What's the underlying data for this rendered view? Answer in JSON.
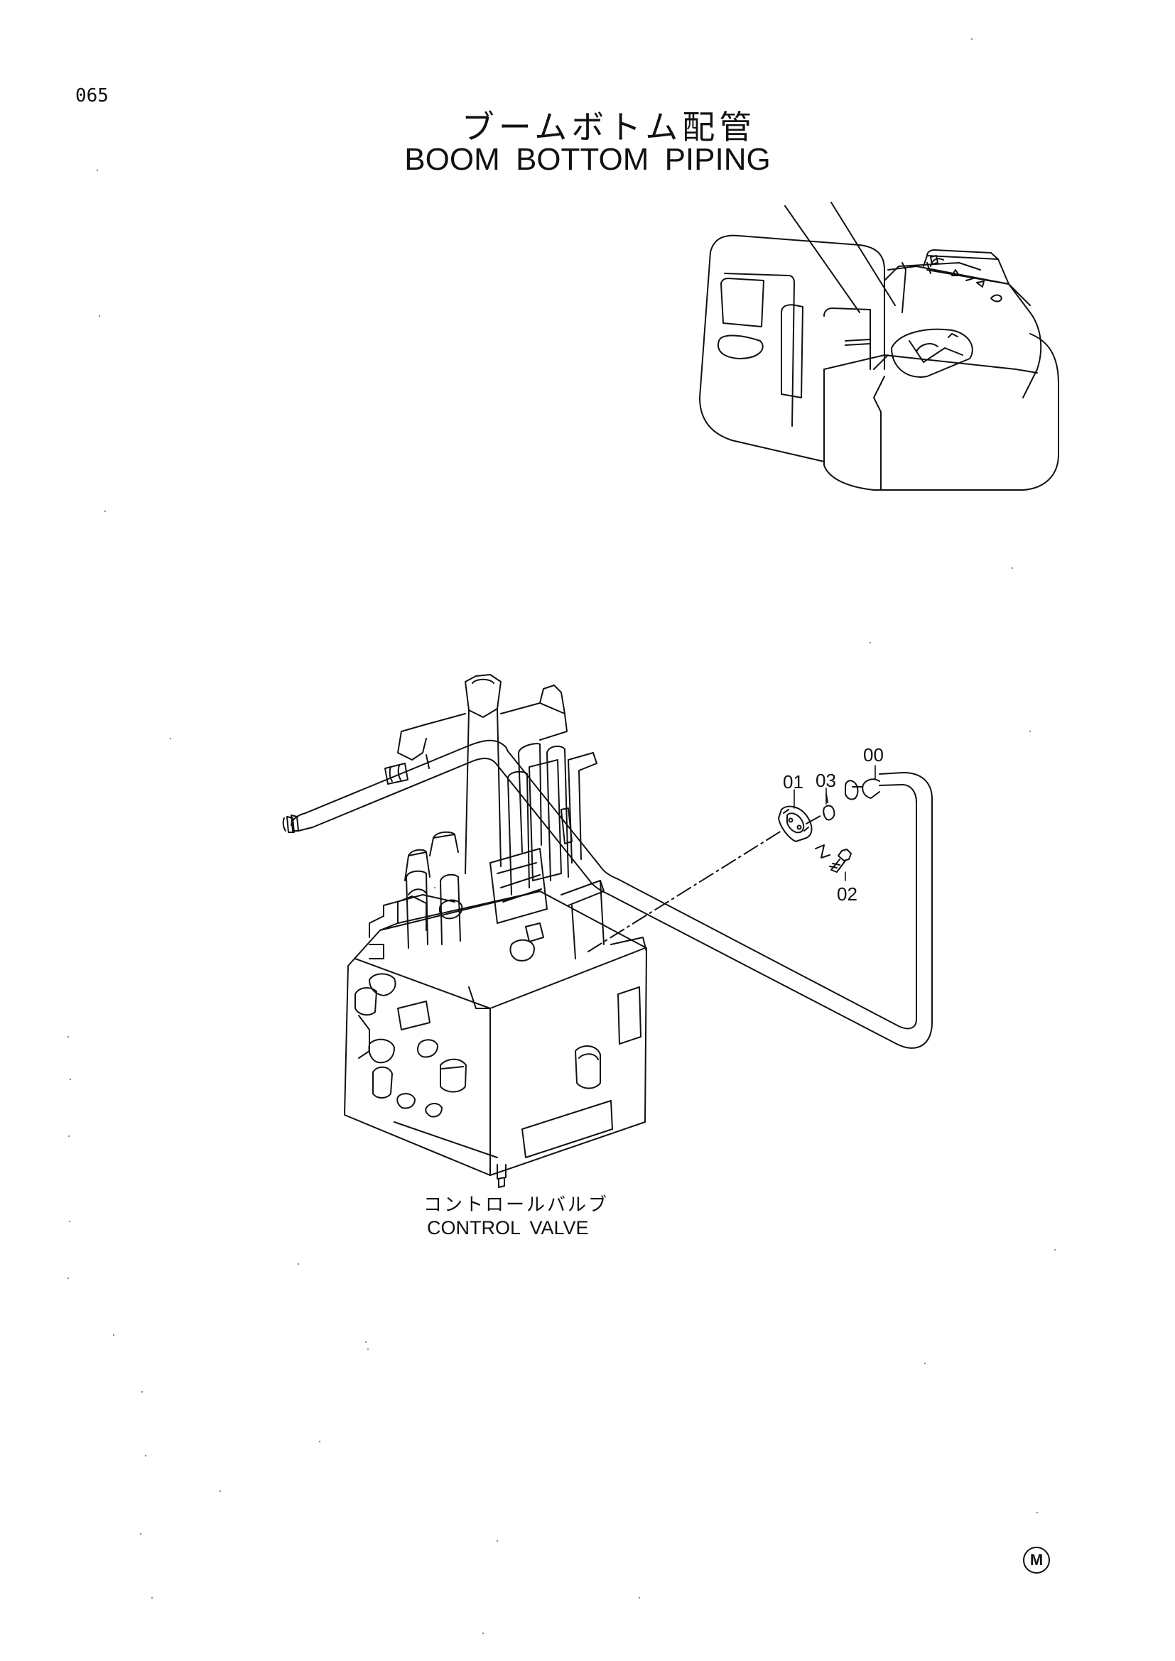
{
  "page_number": "065",
  "title": {
    "japanese": "ブームボトム配管",
    "english": "BOOM BOTTOM PIPING"
  },
  "callouts": [
    {
      "id": "00"
    },
    {
      "id": "01"
    },
    {
      "id": "02"
    },
    {
      "id": "03"
    }
  ],
  "component_label": {
    "japanese": "コントロールバルブ",
    "english": "CONTROL VALVE"
  },
  "corner_mark": "M",
  "colors": {
    "ink": "#111111",
    "paper": "#ffffff"
  }
}
